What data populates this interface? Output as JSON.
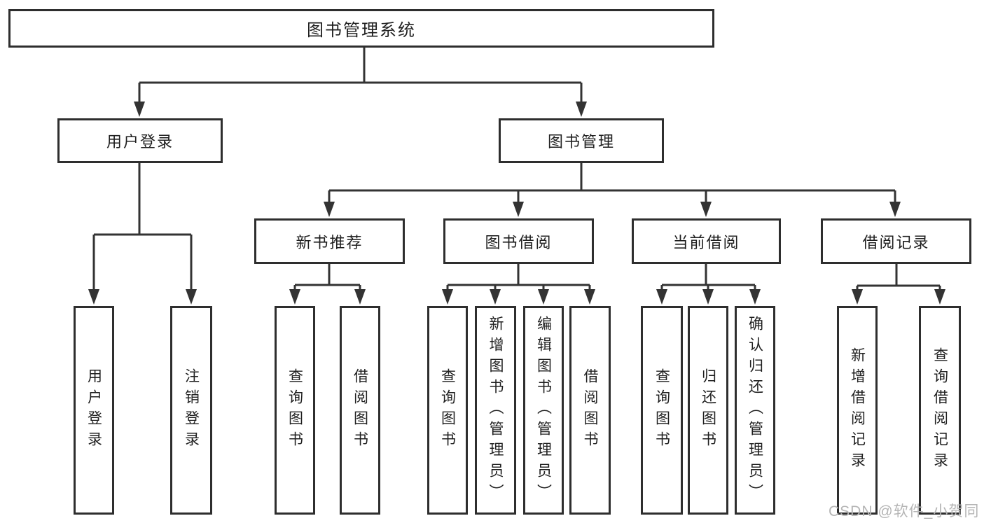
{
  "diagram": {
    "title": "图书管理系统",
    "nodes": {
      "root": {
        "label": "图书管理系统"
      },
      "user_login": {
        "label": "用户登录"
      },
      "book_management": {
        "label": "图书管理"
      },
      "new_book_recommend": {
        "label": "新书推荐"
      },
      "book_borrow": {
        "label": "图书借阅"
      },
      "current_borrow": {
        "label": "当前借阅"
      },
      "borrow_records": {
        "label": "借阅记录"
      },
      "leaf_user_login": {
        "label": "用户登录"
      },
      "leaf_logout": {
        "label": "注销登录"
      },
      "leaf_query_book_1": {
        "label": "查询图书"
      },
      "leaf_borrow_book_1": {
        "label": "借阅图书"
      },
      "leaf_query_book_2": {
        "label": "查询图书"
      },
      "leaf_add_book_admin": {
        "label": "新增图书（管理员）"
      },
      "leaf_edit_book_admin": {
        "label": "编辑图书（管理员）"
      },
      "leaf_borrow_book_2": {
        "label": "借阅图书"
      },
      "leaf_query_book_3": {
        "label": "查询图书"
      },
      "leaf_return_book": {
        "label": "归还图书"
      },
      "leaf_confirm_return_admin": {
        "label": "确认归还（管理员）"
      },
      "leaf_add_borrow_record": {
        "label": "新增借阅记录"
      },
      "leaf_query_borrow_record": {
        "label": "查询借阅记录"
      }
    },
    "edges": [
      "图书管理系统→用户登录",
      "图书管理系统→图书管理",
      "用户登录→用户登录",
      "用户登录→注销登录",
      "图书管理→新书推荐",
      "图书管理→图书借阅",
      "图书管理→当前借阅",
      "图书管理→借阅记录",
      "新书推荐→查询图书",
      "新书推荐→借阅图书",
      "图书借阅→查询图书",
      "图书借阅→新增图书（管理员）",
      "图书借阅→编辑图书（管理员）",
      "图书借阅→借阅图书",
      "当前借阅→查询图书",
      "当前借阅→归还图书",
      "当前借阅→确认归还（管理员）",
      "借阅记录→新增借阅记录",
      "借阅记录→查询借阅记录"
    ]
  },
  "watermark": {
    "text": "CSDN @软件_小贺同学"
  },
  "colors": {
    "line": "#333333",
    "box_border": "#2e2e2e",
    "text": "#1f1f1f",
    "watermark": "#b5b5b5",
    "background": "#ffffff"
  }
}
